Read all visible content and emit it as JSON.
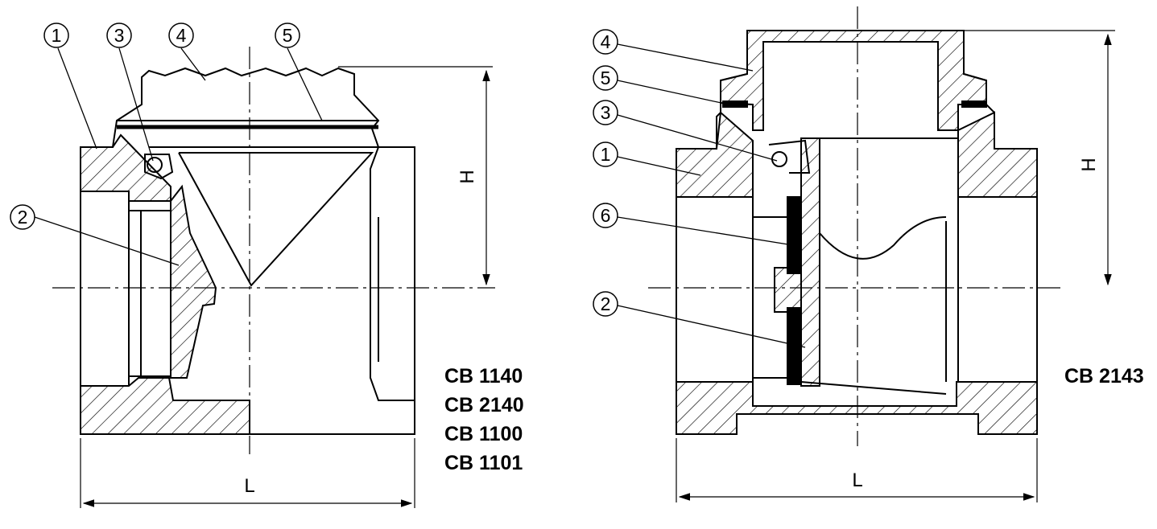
{
  "left_drawing": {
    "balloons": [
      "1",
      "3",
      "4",
      "5",
      "2"
    ],
    "dimension_height": "H",
    "dimension_length": "L",
    "models": [
      "CB 1140",
      "CB 2140",
      "CB 1100",
      "CB 1101"
    ]
  },
  "right_drawing": {
    "balloons": [
      "4",
      "5",
      "3",
      "1",
      "6",
      "2"
    ],
    "dimension_height": "H",
    "dimension_length": "L",
    "models": [
      "CB 2143"
    ]
  },
  "colors": {
    "line": "#000000",
    "background": "#ffffff"
  }
}
